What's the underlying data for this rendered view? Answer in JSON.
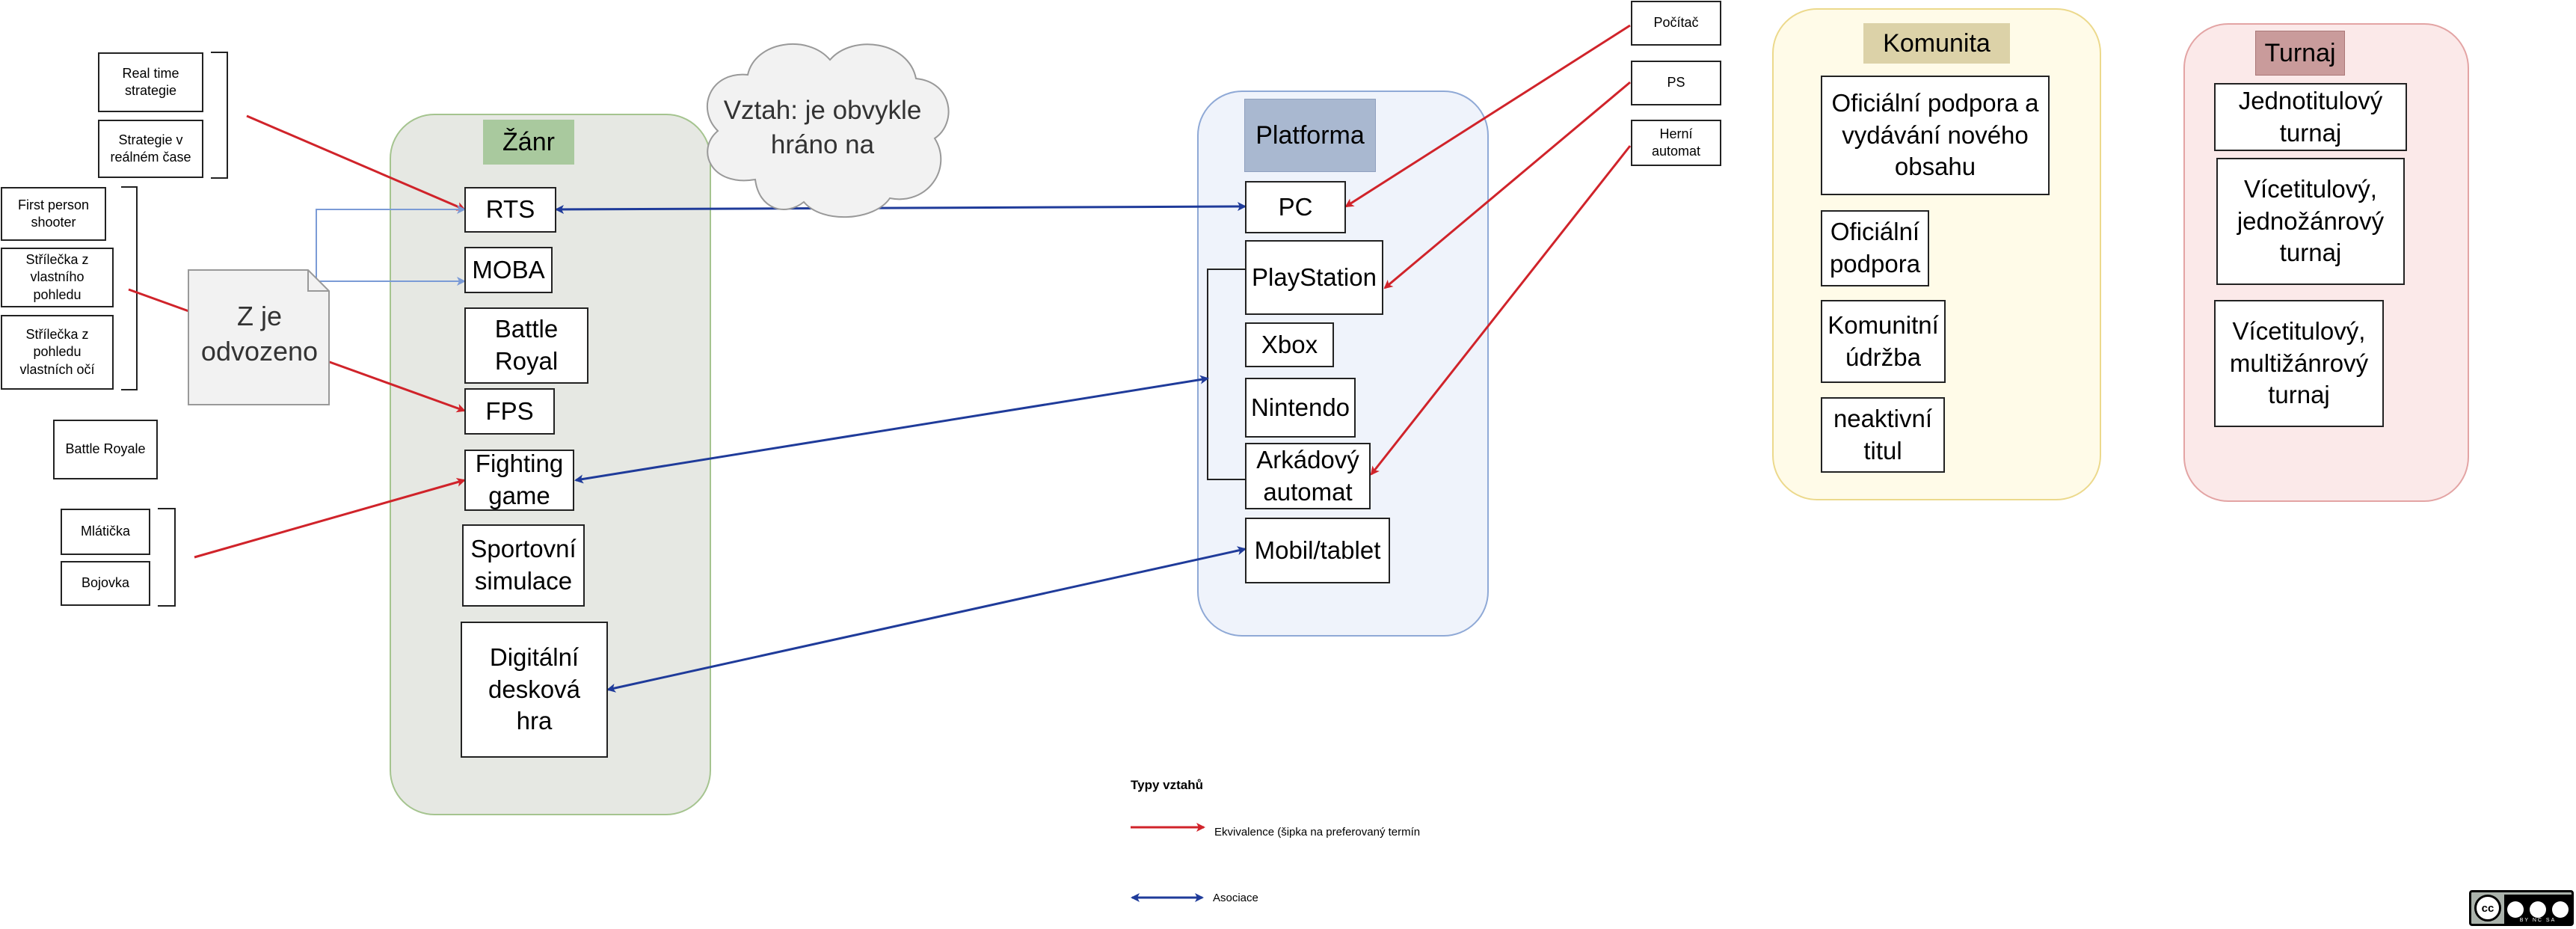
{
  "colors": {
    "red": "#d0232a",
    "blue": "#1f3b9a",
    "lightblue": "#7b9bd6",
    "zanr_bg": "#e6e8e3",
    "zanr_border": "#a5c48f",
    "zanr_header": "#a9c99e",
    "platform_bg": "#eff3fb",
    "platform_border": "#8fa9d6",
    "platform_header": "#a9b8d0",
    "komunita_bg": "#fffbe8",
    "komunita_border": "#ecd98c",
    "komunita_header": "#dcd2a8",
    "turnaj_bg": "#fbe9e9",
    "turnaj_border": "#e3a4a4",
    "turnaj_header": "#c99b9b"
  },
  "zanr": {
    "title": "Žánr",
    "items": {
      "rts": "RTS",
      "moba": "MOBA",
      "battle_royal": "Battle Royal",
      "fps": "FPS",
      "fighting": "Fighting game",
      "sport": "Sportovní simulace",
      "board": "Digitální desková hra"
    }
  },
  "platforma": {
    "title": "Platforma",
    "items": {
      "pc": "PC",
      "playstation": "PlayStation",
      "xbox": "Xbox",
      "nintendo": "Nintendo",
      "arcade": "Arkádový automat",
      "mobile": "Mobil/tablet"
    }
  },
  "komunita": {
    "title": "Komunita",
    "items": {
      "k1": "Oficiální podpora a vydávání nového obsahu",
      "k2": "Oficiální podpora",
      "k3": "Komunitní údržba",
      "k4": "neaktivní titul"
    }
  },
  "turnaj": {
    "title": "Turnaj",
    "items": {
      "t1": "Jednotitulový turnaj",
      "t2": "Vícetitulový, jednožánrový turnaj",
      "t3": "Vícetitulový, multižánrový turnaj"
    }
  },
  "synonyms": {
    "rts_1": "Real time strategie",
    "rts_2": "Strategie v reálném čase",
    "fps_1": "First person shooter",
    "fps_2": "Střílečka z vlastního pohledu",
    "fps_3": "Střílečka z pohledu vlastních očí",
    "battle_royale": "Battle Royale",
    "fight_1": "Mlátička",
    "fight_2": "Bojovka",
    "platform_1": "Počítač",
    "platform_2": "PS",
    "platform_3": "Herní automat"
  },
  "notes": {
    "derived": "Z je odvozeno",
    "cloud": "Vztah: je obvykle hráno na"
  },
  "legend": {
    "title": "Typy vztahů",
    "equivalence": "Ekvivalence (šipka na preferovaný termín",
    "association": "Asociace"
  },
  "license": {
    "badge_text": "cc",
    "terms": "BY NC SA"
  }
}
